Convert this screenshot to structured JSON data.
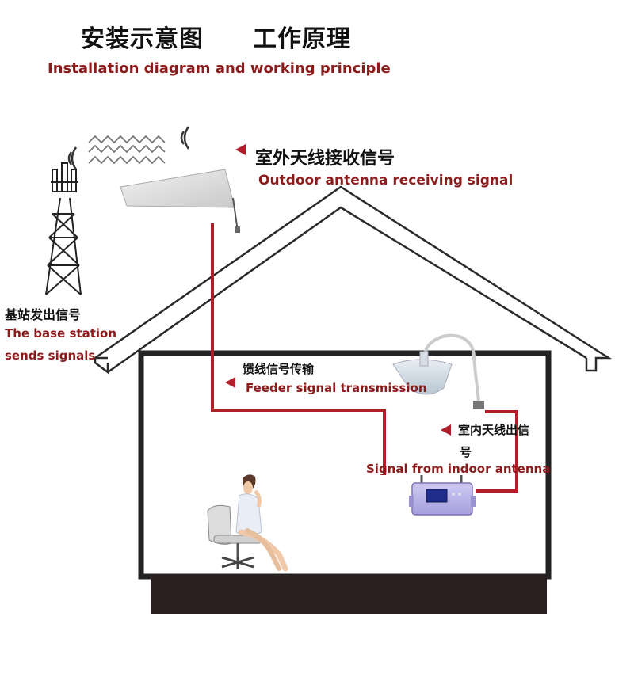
{
  "title": {
    "zh": "安装示意图　　工作原理",
    "en": "Installation diagram and working principle"
  },
  "outdoor_antenna": {
    "zh": "室外天线接收信号",
    "en": "Outdoor antenna receiving signal"
  },
  "base_station": {
    "zh": "基站发出信号",
    "en_line1": "The base station",
    "en_line2": "sends signals"
  },
  "feeder": {
    "zh": "馈线信号传输",
    "en": "Feeder signal transmission"
  },
  "indoor_antenna": {
    "zh_line1": "室内天线出信",
    "zh_line2": "号",
    "en": "Signal from indoor antenna"
  },
  "colors": {
    "cable": "#b01e2a",
    "label_en": "#8c1c1c",
    "floor": "#2b2020",
    "amplifier": "#b9b2e6"
  },
  "icons": [
    "tower-icon",
    "wave-icon",
    "panel-antenna-icon",
    "ceiling-antenna-icon",
    "amplifier-icon",
    "person-icon",
    "chair-icon",
    "arrow-marker-icon"
  ]
}
